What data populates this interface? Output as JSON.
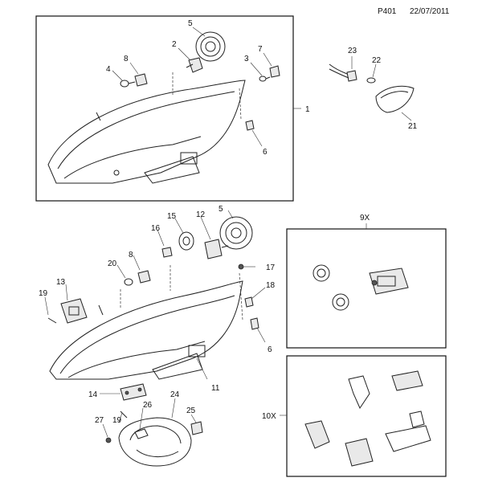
{
  "header": {
    "ref": "P401",
    "date": "22/07/2011"
  },
  "callouts": {
    "c1": "1",
    "c2": "2",
    "c3": "3",
    "c4": "4",
    "c5a": "5",
    "c5b": "5",
    "c6a": "6",
    "c6b": "6",
    "c7": "7",
    "c8a": "8",
    "c8b": "8",
    "c9x": "9X",
    "c10x": "10X",
    "c11": "11",
    "c12": "12",
    "c13": "13",
    "c14": "14",
    "c15": "15",
    "c16": "16",
    "c17": "17",
    "c18": "18",
    "c19a": "19",
    "c19b": "19",
    "c20": "20",
    "c21": "21",
    "c22": "22",
    "c23": "23",
    "c24": "24",
    "c25": "25",
    "c26": "26",
    "c27": "27"
  }
}
